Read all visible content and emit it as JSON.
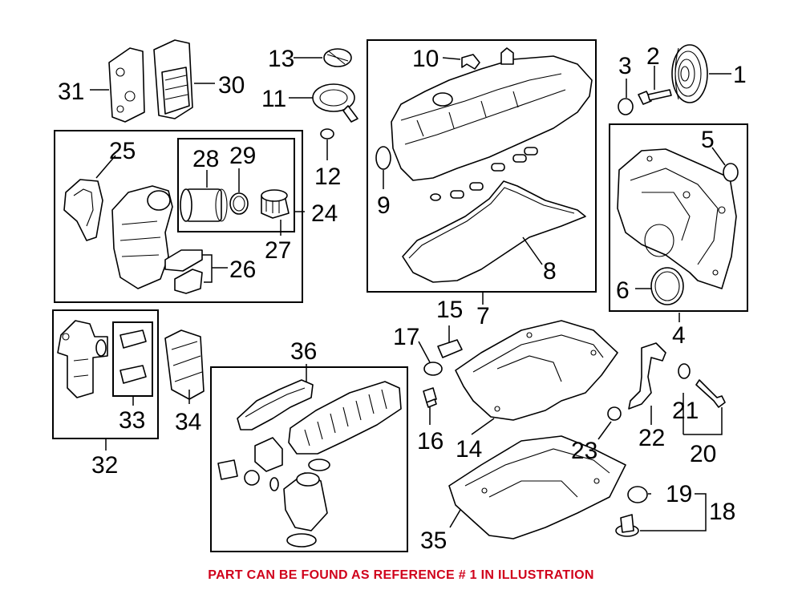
{
  "callouts": {
    "c1": "1",
    "c2": "2",
    "c3": "3",
    "c4": "4",
    "c5": "5",
    "c6": "6",
    "c7": "7",
    "c8": "8",
    "c9": "9",
    "c10": "10",
    "c11": "11",
    "c12": "12",
    "c13": "13",
    "c14": "14",
    "c15": "15",
    "c16": "16",
    "c17": "17",
    "c18": "18",
    "c19": "19",
    "c20": "20",
    "c21": "21",
    "c22": "22",
    "c23": "23",
    "c24": "24",
    "c25": "25",
    "c26": "26",
    "c27": "27",
    "c28": "28",
    "c29": "29",
    "c30": "30",
    "c31": "31",
    "c32": "32",
    "c33": "33",
    "c34": "34",
    "c35": "35",
    "c36": "36"
  },
  "footer": {
    "note": "PART CAN BE FOUND AS REFERENCE # 1 IN ILLUSTRATION"
  },
  "colors": {
    "note": "#d0021b",
    "line": "#000000"
  }
}
